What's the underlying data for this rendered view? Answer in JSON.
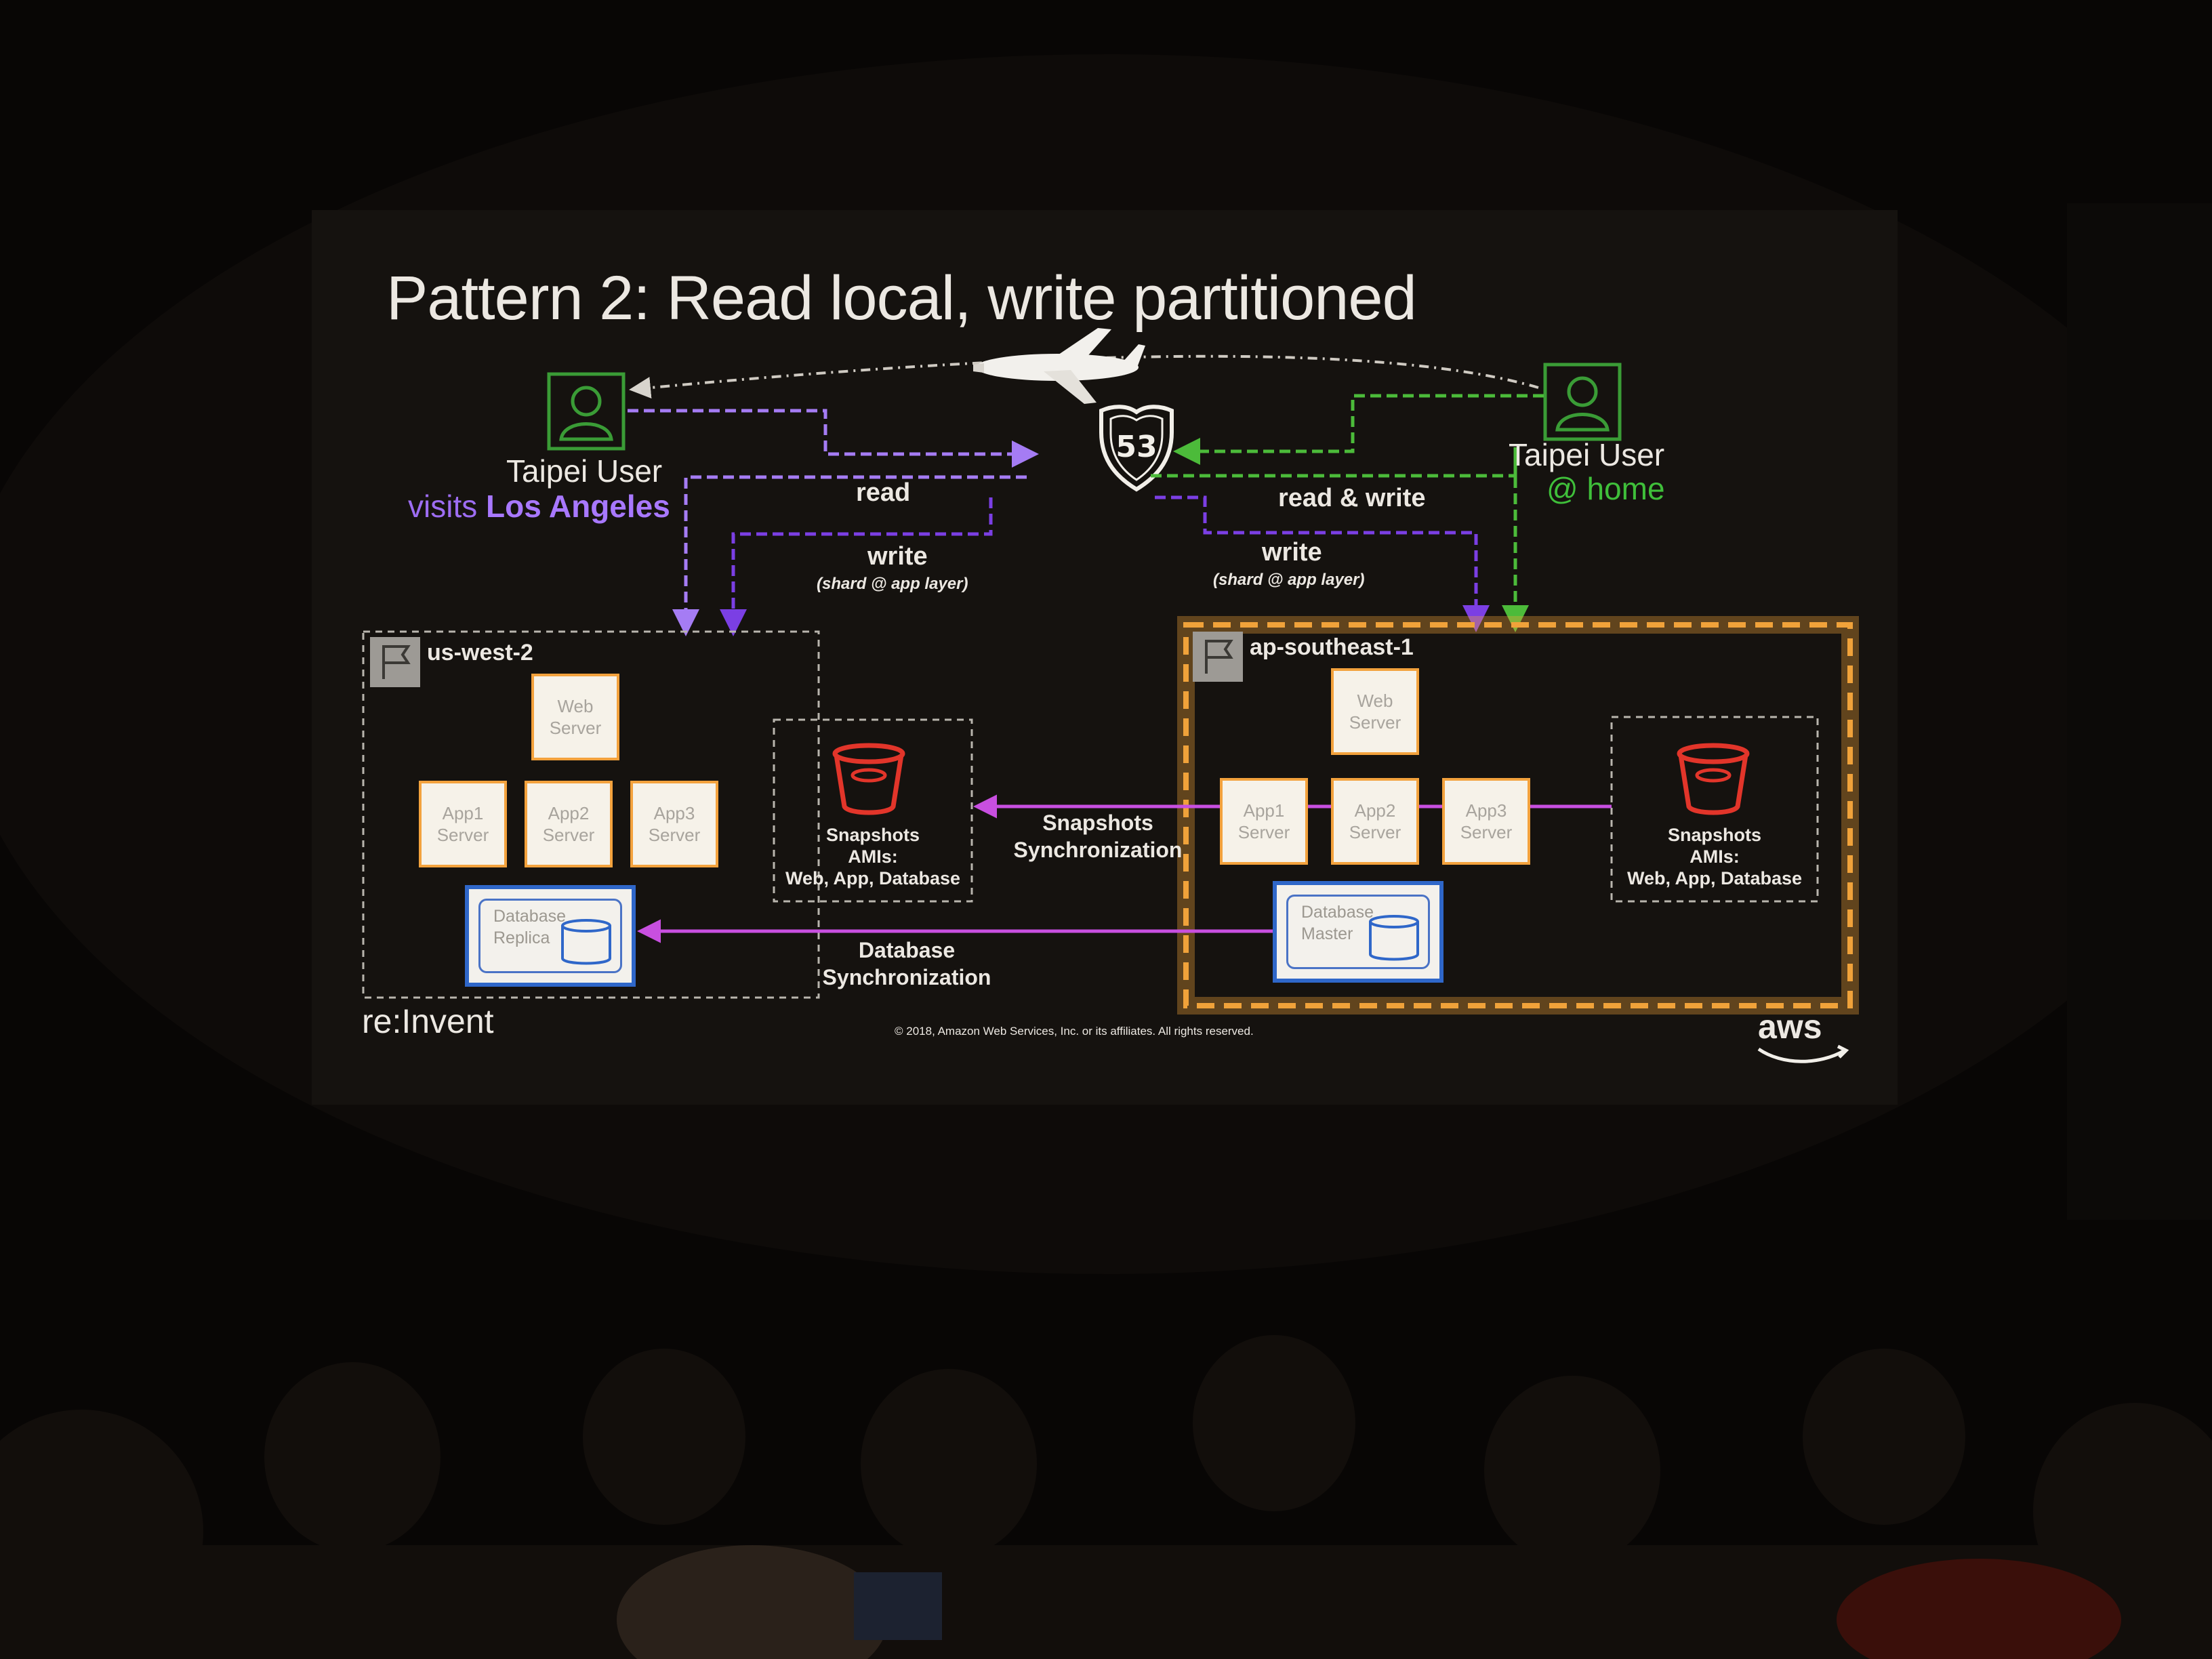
{
  "slide": {
    "title": "Pattern 2: Read local, write partitioned",
    "route53_number": "53",
    "left_user": {
      "name": "Taipei User",
      "visits_prefix": "visits",
      "visits_place": "Los Angeles"
    },
    "right_user": {
      "name": "Taipei User",
      "location": "@ home"
    },
    "edges": {
      "read": "read",
      "write_left": "write",
      "write_left_note": "(shard @ app layer)",
      "read_write": "read & write",
      "write_right": "write",
      "write_right_note": "(shard @ app layer)"
    },
    "regions": {
      "left": {
        "name": "us-west-2",
        "web": [
          "Web",
          "Server"
        ],
        "app1": [
          "App1",
          "Server"
        ],
        "app2": [
          "App2",
          "Server"
        ],
        "app3": [
          "App3",
          "Server"
        ],
        "database": [
          "Database",
          "Replica"
        ],
        "snapshots": [
          "Snapshots",
          "AMIs:",
          "Web, App, Database"
        ]
      },
      "right": {
        "name": "ap-southeast-1",
        "web": [
          "Web",
          "Server"
        ],
        "app1": [
          "App1",
          "Server"
        ],
        "app2": [
          "App2",
          "Server"
        ],
        "app3": [
          "App3",
          "Server"
        ],
        "database": [
          "Database",
          "Master"
        ],
        "snapshots": [
          "Snapshots",
          "AMIs:",
          "Web, App, Database"
        ]
      }
    },
    "sync": {
      "snapshots": [
        "Snapshots",
        "Synchronization"
      ],
      "database": [
        "Database",
        "Synchronization"
      ]
    },
    "footer": {
      "brand": "re:Invent",
      "copyright": "© 2018, Amazon Web Services, Inc. or its affiliates. All rights reserved.",
      "logo": "aws"
    }
  },
  "icons": [
    "user-icon",
    "route53-shield-icon",
    "airplane-icon",
    "region-flag-icon",
    "s3-bucket-icon",
    "database-cylinder-icon",
    "aws-smile-icon"
  ],
  "colors": {
    "read_path": "#a57cf4",
    "write_path": "#7b3fe4",
    "home_path": "#4cbb3a",
    "sync_path": "#c84fe0",
    "highlight": "#f0a23a",
    "server_border": "#f3a23d",
    "database_border": "#2f67c9",
    "bucket": "#e2352a"
  }
}
